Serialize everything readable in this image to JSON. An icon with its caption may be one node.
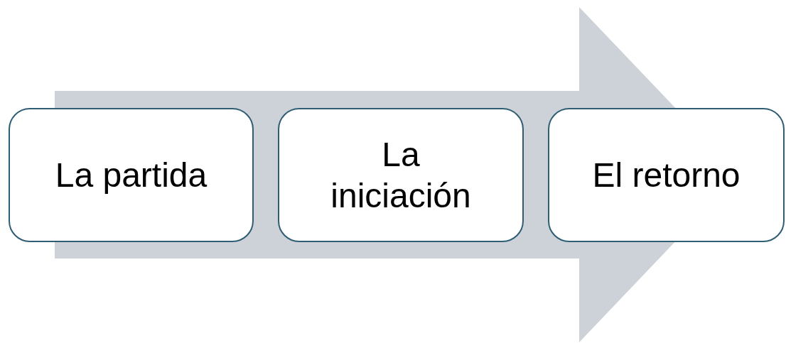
{
  "diagram": {
    "nodes": [
      {
        "text": [
          "La partida"
        ]
      },
      {
        "text": [
          "La iniciación"
        ]
      },
      {
        "text": [
          "El retorno"
        ]
      }
    ],
    "edges": [
      {
        "from": 0,
        "to": 2,
        "arrow": "to"
      }
    ]
  }
}
